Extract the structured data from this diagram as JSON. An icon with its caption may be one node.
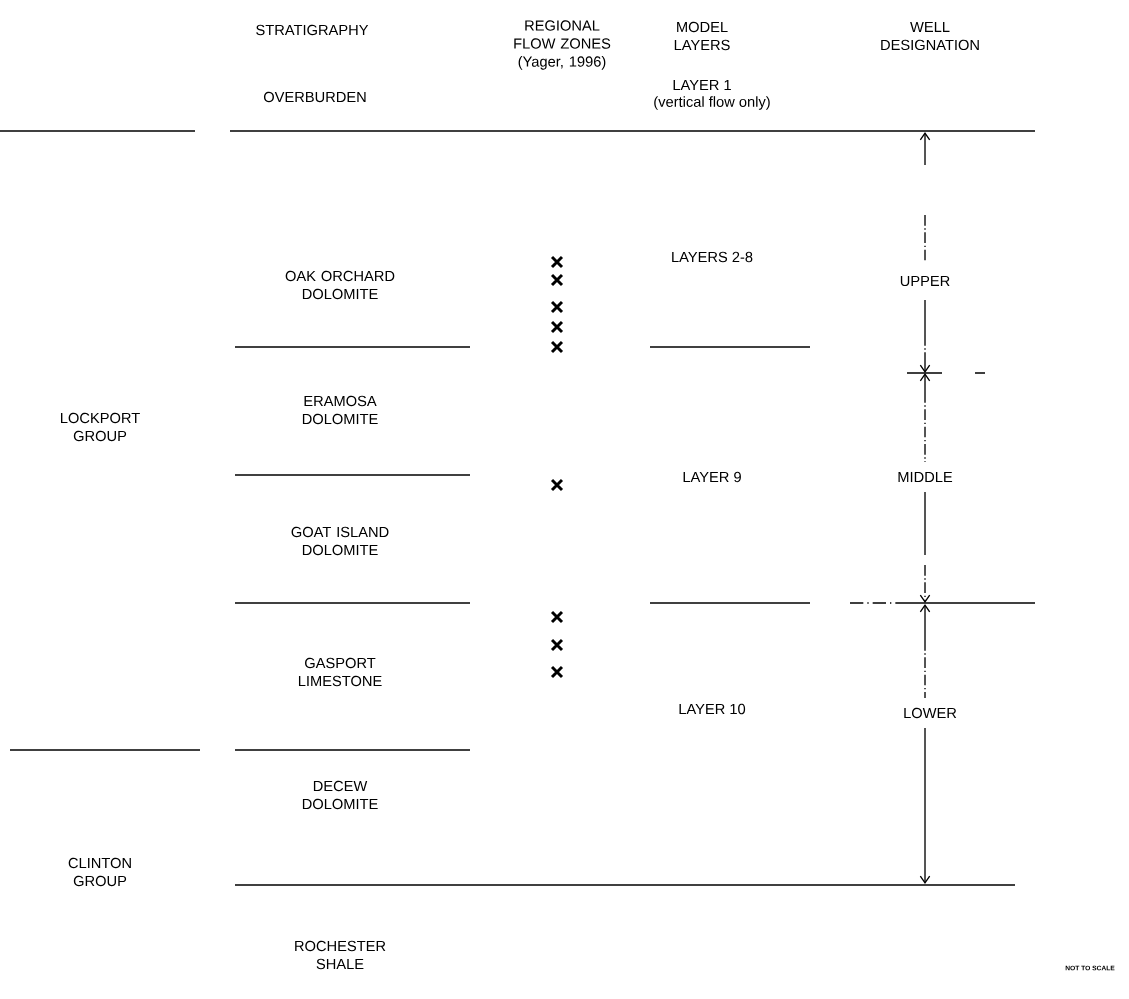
{
  "diagram": {
    "labels": [
      "STRATIGRAPHY",
      "REGIONAL FLOW ZONES (Yager, 1996)",
      "MODEL LAYERS",
      "WELL DESIGNATION",
      "OVERBURDEN",
      "LAYER 1",
      "(vertical flow only)",
      "OAK ORCHARD DOLOMITE",
      "LAYERS 2-8",
      "UPPER",
      "LOCKPORT GROUP",
      "ERAMOSA DOLOMITE",
      "LAYER 9",
      "MIDDLE",
      "GOAT ISLAND DOLOMITE",
      "GASPORT LIMESTONE",
      "LAYER 10",
      "LOWER",
      "DECEW DOLOMITE",
      "CLINTON GROUP",
      "ROCHESTER SHALE",
      "NOT TO SCALE"
    ]
  }
}
